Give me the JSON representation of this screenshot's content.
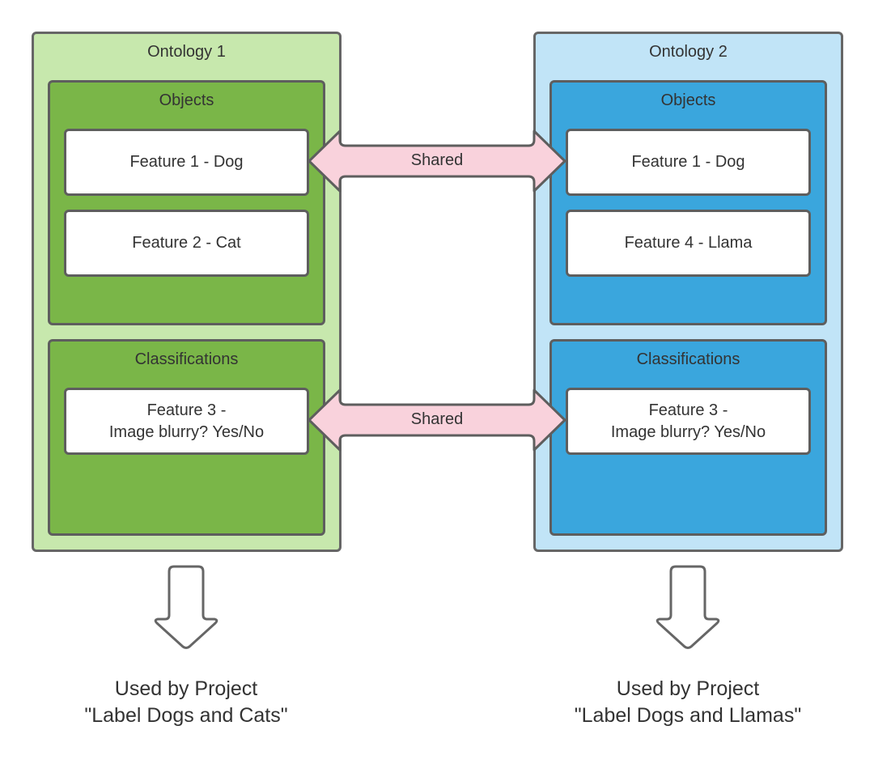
{
  "ontologies": [
    {
      "title": "Ontology 1",
      "fill_color": "#c7e8ad",
      "section_color": "#7ab648",
      "objects": {
        "title": "Objects",
        "features": [
          "Feature 1 - Dog",
          "Feature 2 - Cat"
        ]
      },
      "classifications": {
        "title": "Classifications",
        "features": [
          "Feature 3 -\nImage blurry? Yes/No"
        ]
      },
      "caption": "Used by Project\n\"Label Dogs and Cats\""
    },
    {
      "title": "Ontology 2",
      "fill_color": "#c1e4f7",
      "section_color": "#3aa6dd",
      "objects": {
        "title": "Objects",
        "features": [
          "Feature 1 - Dog",
          "Feature 4 - Llama"
        ]
      },
      "classifications": {
        "title": "Classifications",
        "features": [
          "Feature 3 -\nImage blurry? Yes/No"
        ]
      },
      "caption": "Used by Project\n\"Label Dogs and Llamas\""
    }
  ],
  "connectors": [
    {
      "label": "Shared",
      "from": "Ontology 1 / Feature 1 - Dog",
      "to": "Ontology 2 / Feature 1 - Dog",
      "color": "#f9d2dc"
    },
    {
      "label": "Shared",
      "from": "Ontology 1 / Feature 3",
      "to": "Ontology 2 / Feature 3",
      "color": "#f9d2dc"
    }
  ]
}
